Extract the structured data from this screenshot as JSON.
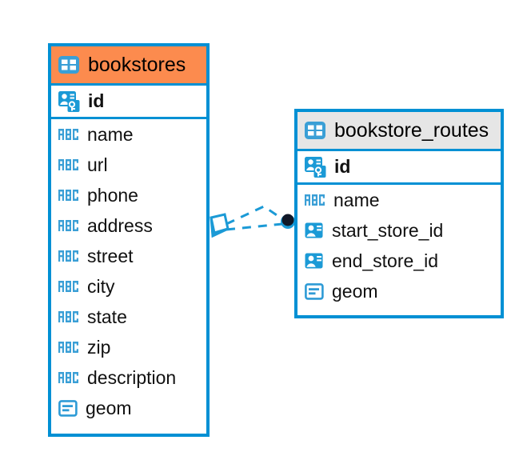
{
  "diagram": {
    "type": "entity-relationship-diagram",
    "background": "#ffffff",
    "colors": {
      "border": "#0090d4",
      "accent_blue": "#0090d4",
      "selected_header": "#fc8b4e",
      "normal_header": "#e6e6e6",
      "text": "#111111",
      "connector": "#1b9ad6"
    }
  },
  "entities": [
    {
      "name": "bookstores",
      "selected": true,
      "header_color": "#fc8b4e",
      "icon": "table-icon",
      "fields": [
        {
          "name": "id",
          "type_icon": "primary-key-icon",
          "primary_key": true
        },
        {
          "name": "name",
          "type_icon": "abc-text-icon",
          "primary_key": false
        },
        {
          "name": "url",
          "type_icon": "abc-text-icon",
          "primary_key": false
        },
        {
          "name": "phone",
          "type_icon": "abc-text-icon",
          "primary_key": false
        },
        {
          "name": "address",
          "type_icon": "abc-text-icon",
          "primary_key": false
        },
        {
          "name": "street",
          "type_icon": "abc-text-icon",
          "primary_key": false
        },
        {
          "name": "city",
          "type_icon": "abc-text-icon",
          "primary_key": false
        },
        {
          "name": "state",
          "type_icon": "abc-text-icon",
          "primary_key": false
        },
        {
          "name": "zip",
          "type_icon": "abc-text-icon",
          "primary_key": false
        },
        {
          "name": "description",
          "type_icon": "abc-text-icon",
          "primary_key": false
        },
        {
          "name": "geom",
          "type_icon": "geometry-icon",
          "primary_key": false
        }
      ]
    },
    {
      "name": "bookstore_routes",
      "selected": false,
      "header_color": "#e6e6e6",
      "icon": "table-icon",
      "fields": [
        {
          "name": "id",
          "type_icon": "primary-key-icon",
          "primary_key": true
        },
        {
          "name": "name",
          "type_icon": "abc-text-icon",
          "primary_key": false
        },
        {
          "name": "start_store_id",
          "type_icon": "foreign-key-icon",
          "primary_key": false
        },
        {
          "name": "end_store_id",
          "type_icon": "foreign-key-icon",
          "primary_key": false
        },
        {
          "name": "geom",
          "type_icon": "geometry-icon",
          "primary_key": false
        }
      ]
    }
  ],
  "relationships": [
    {
      "from": "bookstores",
      "to": "bookstore_routes",
      "style": "dashed",
      "source_marker": "envelope-diamond-marker",
      "target_marker": "filled-circle-marker"
    }
  ]
}
